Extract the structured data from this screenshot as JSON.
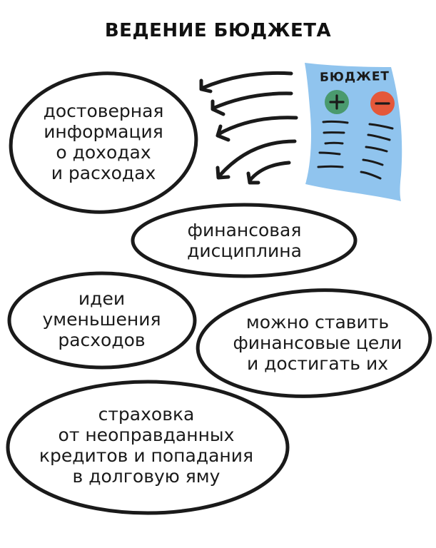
{
  "title": "ВЕДЕНИЕ БЮДЖЕТА",
  "budget_sheet": {
    "label": "БЮДЖЕТ",
    "income_icon": "plus-circle",
    "expense_icon": "minus-circle",
    "colors": {
      "sheet": "#90c4ee",
      "income": "#4a9a6e",
      "expense": "#e4583a"
    }
  },
  "arrows": {
    "count": 5,
    "direction": "from budget sheet to first benefit"
  },
  "benefits": [
    {
      "text": "достоверная\nинформация\nо доходах\nи расходах"
    },
    {
      "text": "финансовая\nдисциплина"
    },
    {
      "text": "идеи\nуменьшения\nрасходов"
    },
    {
      "text": "можно ставить\nфинансовые цели\nи достигать их"
    },
    {
      "text": "страховка\nот неоправданных\nкредитов и попадания\nв долговую яму"
    }
  ]
}
